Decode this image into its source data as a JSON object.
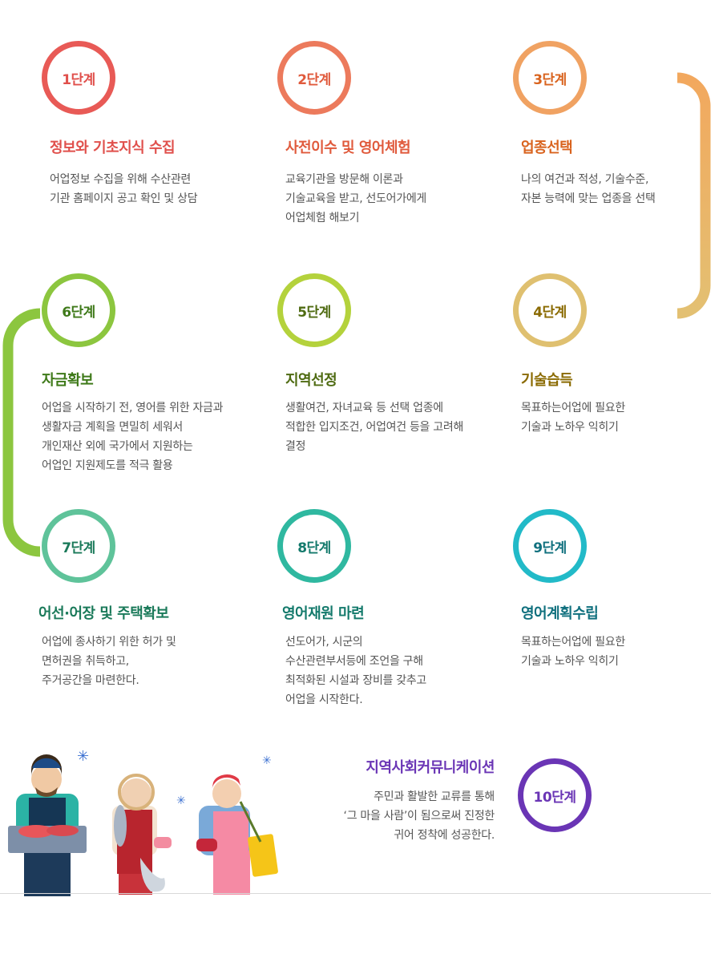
{
  "steps": [
    {
      "label": "1단계",
      "title": "정보와 기초지식 수집",
      "desc": "어업정보 수집을 위해 수산관련\n기관 홈페이지 공고 확인 및 상담",
      "color": "#e85a56",
      "title_color": "#e0504c"
    },
    {
      "label": "2단계",
      "title": "사전이수 및 영어체험",
      "desc": "교육기관을 방문해 이론과\n기술교육을 받고, 선도어가에게\n어업체험 해보기",
      "color": "#ec7a5c",
      "title_color": "#e05a3c"
    },
    {
      "label": "3단계",
      "title": "업종선택",
      "desc": "나의 여건과 적성, 기술수준,\n자본 능력에 맞는 업종을 선택",
      "color": "#f0a262",
      "title_color": "#d9631e"
    },
    {
      "label": "4단계",
      "title": "기술습득",
      "desc": "목표하는어업에 필요한\n기술과 노하우 익히기",
      "color": "#dfc070",
      "title_color": "#8a6a00"
    },
    {
      "label": "5단계",
      "title": "지역선정",
      "desc": "생활여건, 자녀교육 등 선택 업종에\n적합한 입지조건, 어업여건 등을 고려해\n결정",
      "color": "#b4d23c",
      "title_color": "#4f6b12"
    },
    {
      "label": "6단계",
      "title": "자금확보",
      "desc": "어업을 시작하기 전, 영어를 위한 자금과\n생활자금 계획을 면밀히 세워서\n개인재산 외에 국가에서 지원하는\n 어업인 지원제도를 적극 활용",
      "color": "#8cc63f",
      "title_color": "#3f7a1a"
    },
    {
      "label": "7단계",
      "title": "어선·어장 및 주택확보",
      "desc": "어업에 종사하기 위한 허가 및\n면허권을 취득하고,\n주거공간을 마련한다.",
      "color": "#5fc39a",
      "title_color": "#1b7a5a"
    },
    {
      "label": "8단계",
      "title": "영어재원 마련",
      "desc": "선도어가, 시군의\n수산관련부서등에 조언을 구해\n최적화된 시설과 장비를 갖추고\n어업을 시작한다.",
      "color": "#2fb8a0",
      "title_color": "#147a6c"
    },
    {
      "label": "9단계",
      "title": "영어계획수립",
      "desc": "목표하는어업에 필요한\n기술과 노하우 익히기",
      "color": "#22bac8",
      "title_color": "#10707e"
    },
    {
      "label": "10단계",
      "title": "지역사회커뮤니케이션",
      "desc": "주민과 활발한 교류를 통해\n‘그 마을 사람’이 됨으로써 진정한\n귀어 정착에 성공한다.",
      "color": "#6a35b5",
      "title_color": "#6a35b5"
    }
  ],
  "icons": [
    "fisherman-illustration",
    "grandmother-illustration",
    "fisherwoman-illustration",
    "sparkle-icon"
  ]
}
